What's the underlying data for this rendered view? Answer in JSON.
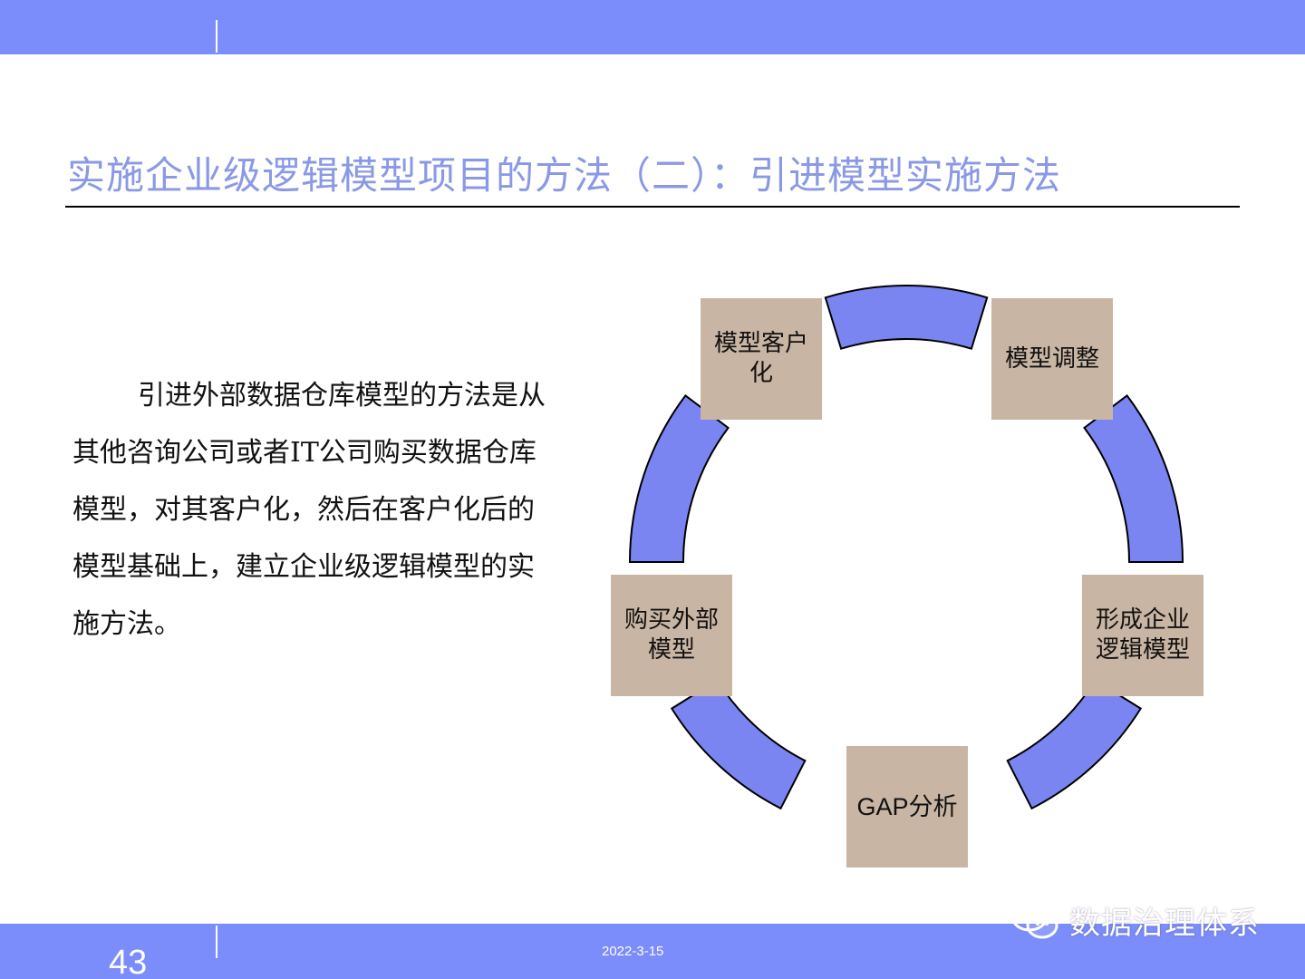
{
  "slide": {
    "title": "实施企业级逻辑模型项目的方法（二）：引进模型实施方法",
    "body": "引进外部数据仓库模型的方法是从其他咨询公司或者IT公司购买数据仓库模型，对其客户化，然后在客户化后的模型基础上，建立企业级逻辑模型的实施方法。",
    "page_number": "43",
    "date": "2022-3-15"
  },
  "diagram": {
    "stages": [
      {
        "label": "模型客户化"
      },
      {
        "label": "模型调整"
      },
      {
        "label": "形成企业逻辑模型"
      },
      {
        "label": "GAP分析"
      },
      {
        "label": "购买外部模型"
      }
    ]
  },
  "watermark": {
    "text": "数据治理体系",
    "icon": "wechat-icon"
  },
  "colors": {
    "bar": "#7b8cfb",
    "title": "#8a99e6",
    "arc_fill": "#7b85f2",
    "box_fill": "#c9b5a3"
  }
}
